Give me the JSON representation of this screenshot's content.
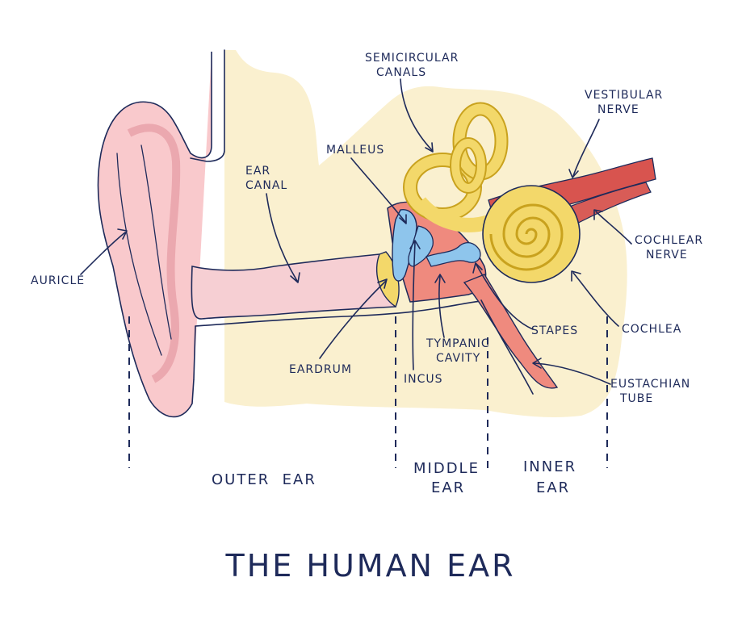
{
  "title": "THE HUMAN EAR",
  "labels": {
    "auricle": "AURICLE",
    "ear_canal": [
      "EAR",
      "CANAL"
    ],
    "malleus": "MALLEUS",
    "semicircular_canals": [
      "SEMICIRCULAR",
      "CANALS"
    ],
    "vestibular_nerve": [
      "VESTIBULAR",
      "NERVE"
    ],
    "cochlear_nerve": [
      "COCHLEAR",
      "NERVE"
    ],
    "cochlea": "COCHLEA",
    "stapes": "STAPES",
    "tympanic_cavity": [
      "TYMPANIC",
      "CAVITY"
    ],
    "eardrum": "EARDRUM",
    "incus": "INCUS",
    "eustachian_tube": [
      "EUSTACHIAN",
      "TUBE"
    ]
  },
  "sections": {
    "outer": "OUTER  EAR",
    "middle": [
      "MIDDLE",
      "EAR"
    ],
    "inner": [
      "INNER",
      "EAR"
    ]
  },
  "colors": {
    "background_region": "#faf0cf",
    "auricle_fill": "#f9c9cc",
    "canal_fill": "#f6cfd3",
    "bone_yellow": "#f3d86a",
    "bone_stroke": "#c9a21e",
    "ossicle_blue": "#8ec5ec",
    "cavity_red": "#ef8a7e",
    "nerve_red": "#d8544f",
    "ink": "#1e2a5a"
  }
}
